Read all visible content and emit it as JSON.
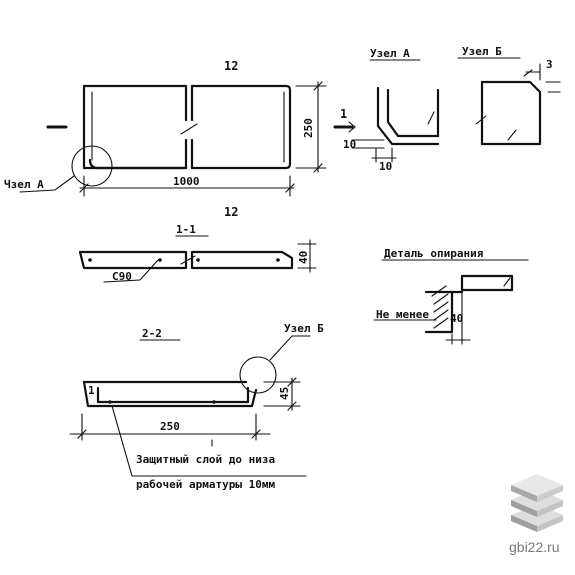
{
  "labels": {
    "top_mark": "12",
    "uzel_a": "Узел А",
    "uzel_b": "Узел Б",
    "dim_3": "3",
    "section_mark_1": "1",
    "dim_250_vert": "250",
    "dim_1000": "1000",
    "chel_a": "Чзел А",
    "dim_10_a": "10",
    "dim_10_b": "10",
    "bottom_mark": "12",
    "section_1_1": "1-1",
    "dim_c90": "С90",
    "dim_40_right": "40",
    "detail_title": "Деталь опирания",
    "ne_menee": "Не менее",
    "dim_40_detail": "40",
    "section_2_2": "2-2",
    "uzel_b_lower": "Узел Б",
    "mark_1_lower": "1",
    "dim_45": "45",
    "dim_250": "250",
    "note_line1": "Защитный слой до низа",
    "note_line2": "рабочей арматуры 10мм"
  },
  "watermark": {
    "text": "gbi22.ru",
    "icon": "stacked-slabs-logo-icon",
    "colors": [
      "#9e9e9e",
      "#c4c4c4",
      "#dedede"
    ]
  }
}
